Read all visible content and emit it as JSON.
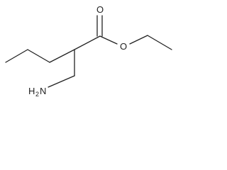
{
  "molecule": {
    "atoms": {
      "carbonyl_oxygen": "O",
      "ester_oxygen": "O",
      "amine_H": "H",
      "amine_subscript": "2",
      "amine_N": "N"
    }
  }
}
